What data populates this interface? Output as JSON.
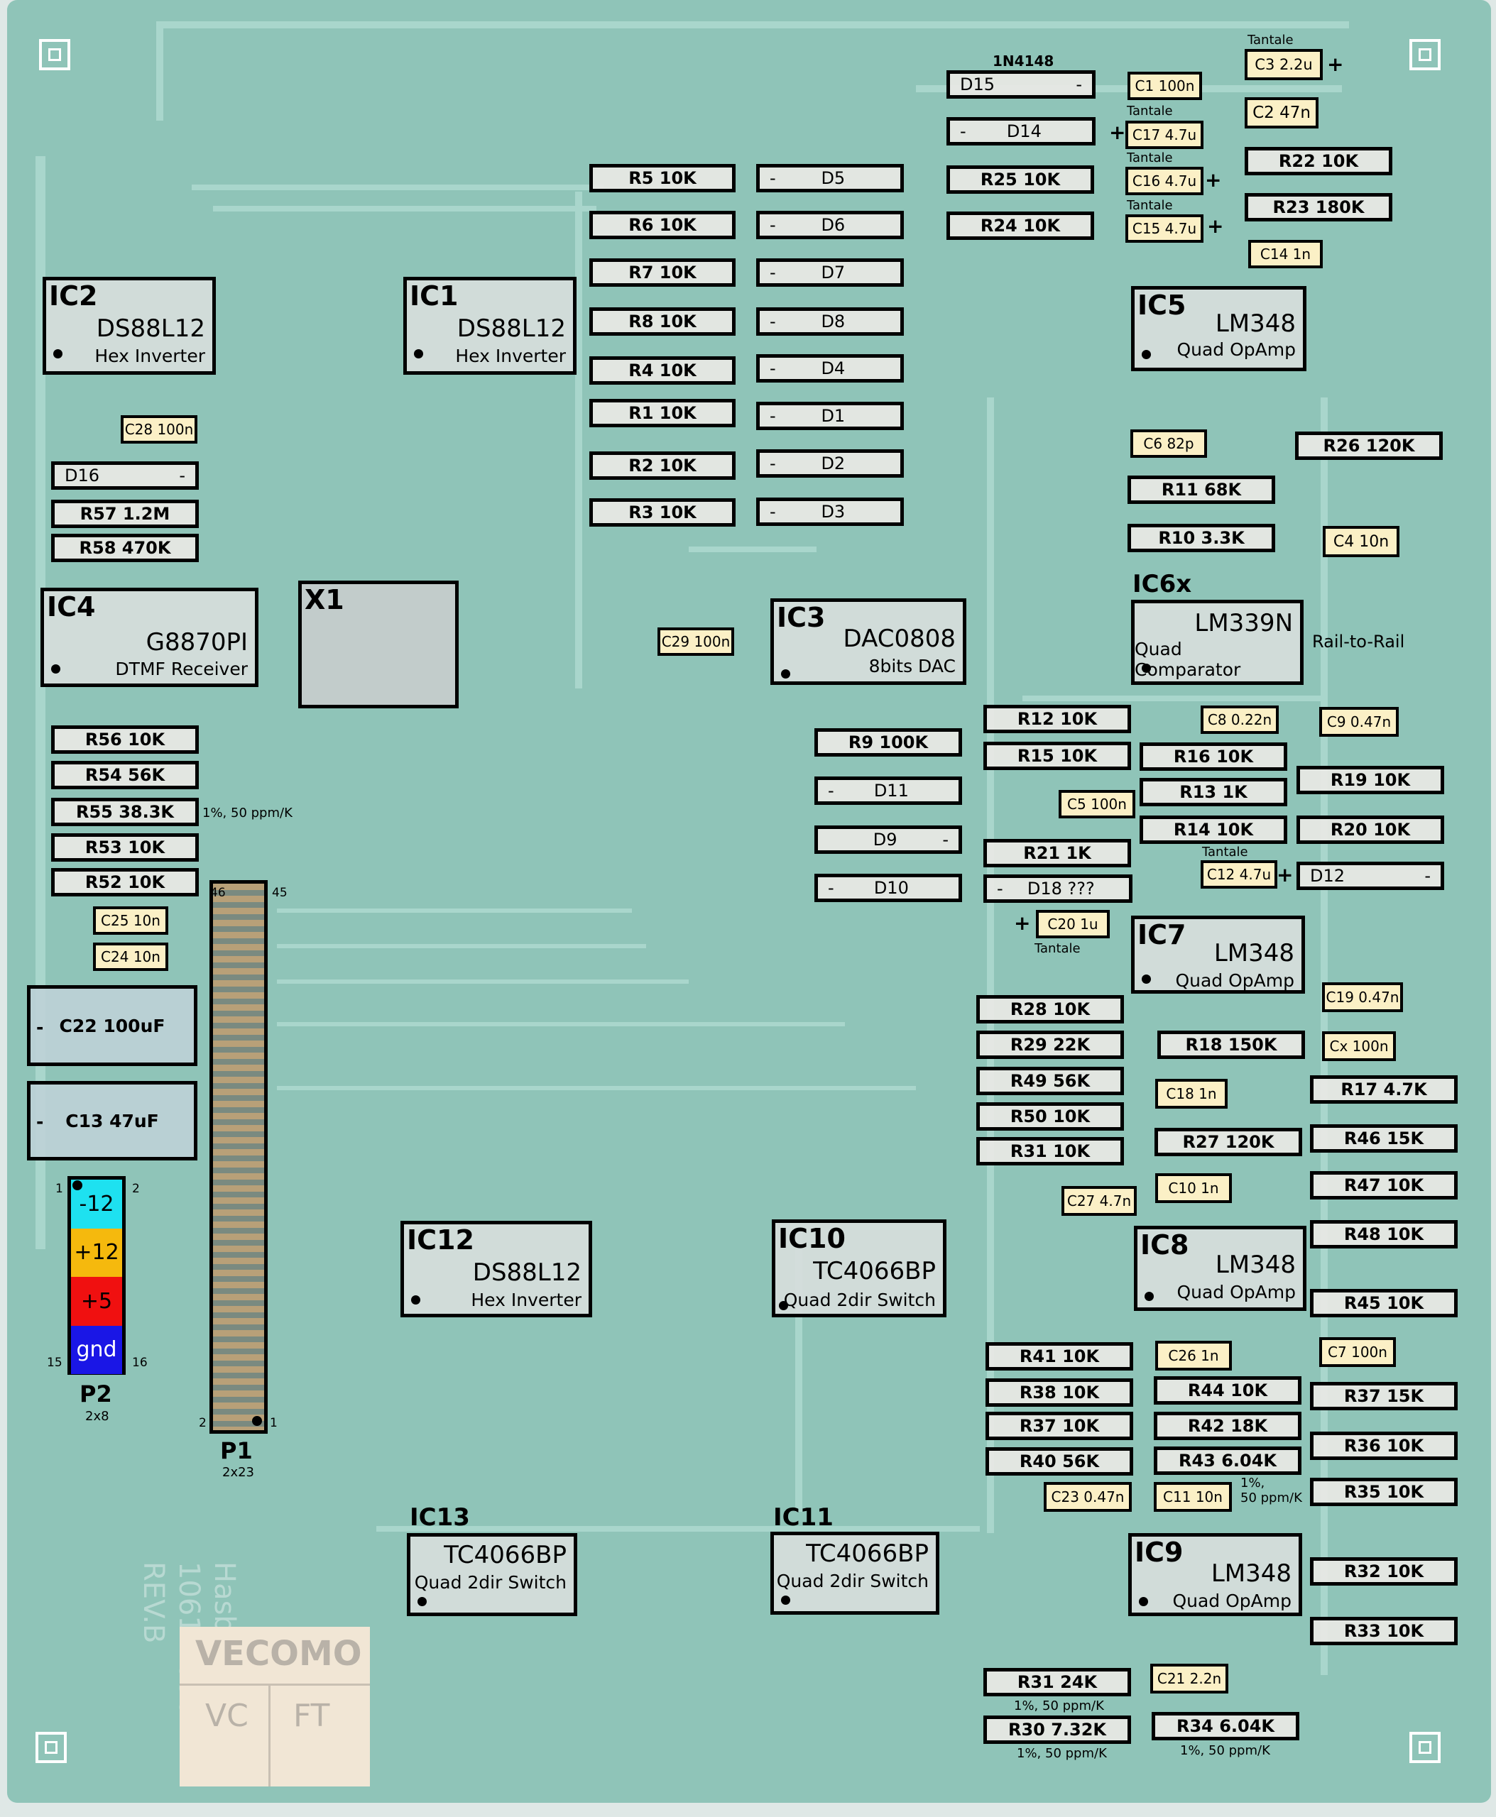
{
  "board_color": "#8fc4b8",
  "resistors": [
    {
      "label": "R5  10K"
    },
    {
      "label": "R6  10K"
    },
    {
      "label": "R7  10K"
    },
    {
      "label": "R8  10K"
    },
    {
      "label": "R4  10K"
    },
    {
      "label": "R1  10K"
    },
    {
      "label": "R2  10K"
    },
    {
      "label": "R3  10K"
    },
    {
      "label": "R25  10K"
    },
    {
      "label": "R24  10K"
    },
    {
      "label": "R22  10K"
    },
    {
      "label": "R23  180K"
    },
    {
      "label": "R26  120K"
    },
    {
      "label": "R11  68K"
    },
    {
      "label": "R10  3.3K"
    },
    {
      "label": "R57  1.2M"
    },
    {
      "label": "R58  470K"
    },
    {
      "label": "R56 10K"
    },
    {
      "label": "R54  56K"
    },
    {
      "label": "R55  38.3K"
    },
    {
      "label": "R53  10K"
    },
    {
      "label": "R52  10K"
    },
    {
      "label": "R9  100K"
    },
    {
      "label": "R12  10K"
    },
    {
      "label": "R15  10K"
    },
    {
      "label": "R16  10K"
    },
    {
      "label": "R13  1K"
    },
    {
      "label": "R14  10K"
    },
    {
      "label": "R19  10K"
    },
    {
      "label": "R20  10K"
    },
    {
      "label": "R21  1K"
    },
    {
      "label": "R28  10K"
    },
    {
      "label": "R29  22K"
    },
    {
      "label": "R49  56K"
    },
    {
      "label": "R50  10K"
    },
    {
      "label": "R31  10K"
    },
    {
      "label": "R18  150K"
    },
    {
      "label": "R17  4.7K"
    },
    {
      "label": "R27  120K"
    },
    {
      "label": "R46  15K"
    },
    {
      "label": "R47  10K"
    },
    {
      "label": "R48  10K"
    },
    {
      "label": "R45  10K"
    },
    {
      "label": "R41  10K"
    },
    {
      "label": "R38  10K"
    },
    {
      "label": "R37  10K"
    },
    {
      "label": "R40  56K"
    },
    {
      "label": "R44  10K"
    },
    {
      "label": "R42  18K"
    },
    {
      "label": "R43  6.04K"
    },
    {
      "label": "R37  15K"
    },
    {
      "label": "R36  10K"
    },
    {
      "label": "R35  10K"
    },
    {
      "label": "R32  10K"
    },
    {
      "label": "R33  10K"
    },
    {
      "label": "R31  24K"
    },
    {
      "label": "R30  7.32K"
    },
    {
      "label": "R34  6.04K"
    }
  ],
  "capacitors": [
    {
      "label": "C1  100n"
    },
    {
      "label": "C3  2.2u"
    },
    {
      "label": "C2  47n"
    },
    {
      "label": "C17  4.7u"
    },
    {
      "label": "C16  4.7u"
    },
    {
      "label": "C15  4.7u"
    },
    {
      "label": "C14  1n"
    },
    {
      "label": "C28 100n"
    },
    {
      "label": "C6  82p"
    },
    {
      "label": "C4  10n"
    },
    {
      "label": "C29 100n"
    },
    {
      "label": "C8  0.22n"
    },
    {
      "label": "C9  0.47n"
    },
    {
      "label": "C5 100n"
    },
    {
      "label": "C12  4.7u"
    },
    {
      "label": "C20  1u"
    },
    {
      "label": "C25  10n"
    },
    {
      "label": "C24  10n"
    },
    {
      "label": "C22  100uF"
    },
    {
      "label": "C13  47uF"
    },
    {
      "label": "C19  0.47n"
    },
    {
      "label": "Cx  100n"
    },
    {
      "label": "C18  1n"
    },
    {
      "label": "C10  1n"
    },
    {
      "label": "C27  4.7n"
    },
    {
      "label": "C26  1n"
    },
    {
      "label": "C7  100n"
    },
    {
      "label": "C23  0.47n"
    },
    {
      "label": "C11  10n"
    },
    {
      "label": "C21  2.2n"
    }
  ],
  "diodes": [
    {
      "name": "D15",
      "mark": "-"
    },
    {
      "name": "D14",
      "mark": "-"
    },
    {
      "name": "D5",
      "mark": "-"
    },
    {
      "name": "D6",
      "mark": "-"
    },
    {
      "name": "D7",
      "mark": "-"
    },
    {
      "name": "D8",
      "mark": "-"
    },
    {
      "name": "D4",
      "mark": "-"
    },
    {
      "name": "D1",
      "mark": "-"
    },
    {
      "name": "D2",
      "mark": "-"
    },
    {
      "name": "D3",
      "mark": "-"
    },
    {
      "name": "D16",
      "mark": "-"
    },
    {
      "name": "D11",
      "mark": "-"
    },
    {
      "name": "D9",
      "mark": "-"
    },
    {
      "name": "D10",
      "mark": "-"
    },
    {
      "name": "D18  ???",
      "mark": "-"
    },
    {
      "name": "D12",
      "mark": "-"
    }
  ],
  "ics": [
    {
      "id": "IC2",
      "name": "DS88L12",
      "sub": "Hex Inverter"
    },
    {
      "id": "IC1",
      "name": "DS88L12",
      "sub": "Hex Inverter"
    },
    {
      "id": "IC5",
      "name": "LM348",
      "sub": "Quad OpAmp"
    },
    {
      "id": "IC4",
      "name": "G8870PI",
      "sub": "DTMF Receiver"
    },
    {
      "id": "X1",
      "name": "",
      "sub": ""
    },
    {
      "id": "IC3",
      "name": "DAC0808",
      "sub": "8bits DAC"
    },
    {
      "id": "IC6x",
      "name": "LM339N",
      "sub": "Quad Comparator"
    },
    {
      "id": "IC7",
      "name": "LM348",
      "sub": "Quad OpAmp"
    },
    {
      "id": "IC12",
      "name": "DS88L12",
      "sub": "Hex Inverter"
    },
    {
      "id": "IC10",
      "name": "TC4066BP",
      "sub": "Quad 2dir Switch"
    },
    {
      "id": "IC8",
      "name": "LM348",
      "sub": "Quad OpAmp"
    },
    {
      "id": "IC13",
      "name": "TC4066BP",
      "sub": "Quad 2dir Switch"
    },
    {
      "id": "IC11",
      "name": "TC4066BP",
      "sub": "Quad 2dir Switch"
    },
    {
      "id": "IC9",
      "name": "LM348",
      "sub": "Quad OpAmp"
    }
  ],
  "labels": {
    "n1n4148": "1N4148",
    "tantale": "Tantale",
    "plus": "+",
    "minus": "-",
    "tol1": "1%, 50 ppm/K",
    "tol2": "1%,",
    "tol3": "50 ppm/K",
    "rail": "Rail-to-Rail"
  },
  "p1": {
    "name": "P1",
    "size": "2x23",
    "pin46": "46",
    "pin45": "45",
    "pin2": "2",
    "pin1": "1"
  },
  "p2": {
    "name": "P2",
    "size": "2x8",
    "pin1": "1",
    "pin2": "2",
    "pin15": "15",
    "pin16": "16",
    "rails": [
      {
        "label": "-12",
        "color": "#1ee1f0"
      },
      {
        "label": "+12",
        "color": "#f5b90d"
      },
      {
        "label": "+5",
        "color": "#f01010"
      },
      {
        "label": "gnd",
        "color": "#1a16e6"
      }
    ]
  },
  "silk": {
    "brand": "Hasbel",
    "part": "1061-2030",
    "rev": "REV.B",
    "sticker": "VECOMO",
    "vc": "VC",
    "ft": "FT"
  }
}
